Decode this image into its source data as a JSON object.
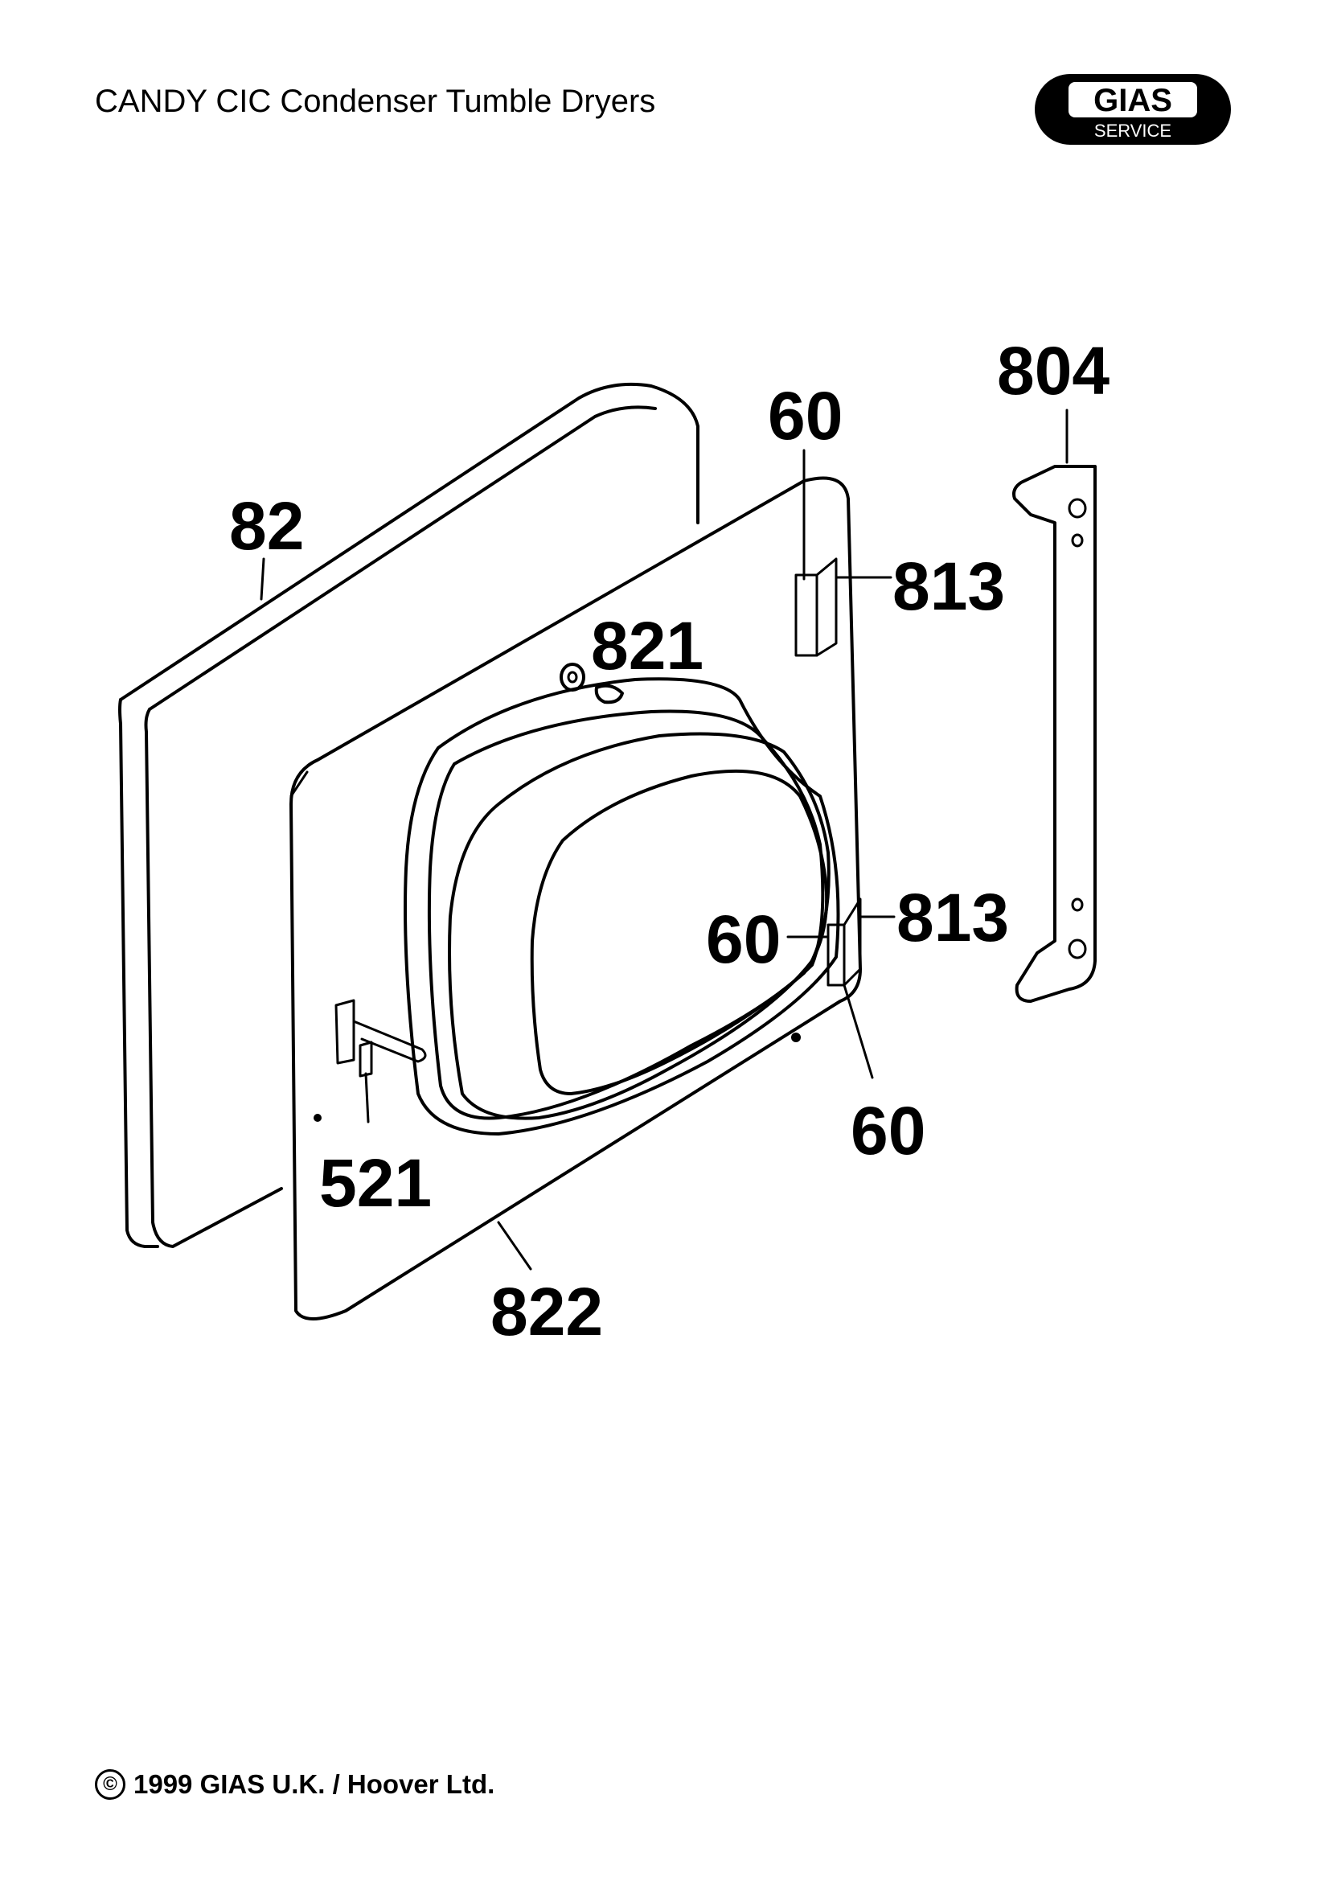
{
  "header": {
    "title": "CANDY CIC Condenser Tumble Dryers",
    "logo": {
      "brand": "GIAS",
      "sub": "SERVICE"
    }
  },
  "diagram": {
    "callouts": {
      "door_outer_panel": "82",
      "hinge_plate": "804",
      "screw_top": "60",
      "hinge_insert_top": "813",
      "lock_nut": "821",
      "screw_mid": "60",
      "hinge_insert_bottom": "813",
      "screw_bottom": "60",
      "door_catch": "521",
      "door_inner_panel": "822"
    }
  },
  "footer": {
    "copyright_symbol": "©",
    "text": "1999 GIAS U.K. / Hoover Ltd."
  }
}
